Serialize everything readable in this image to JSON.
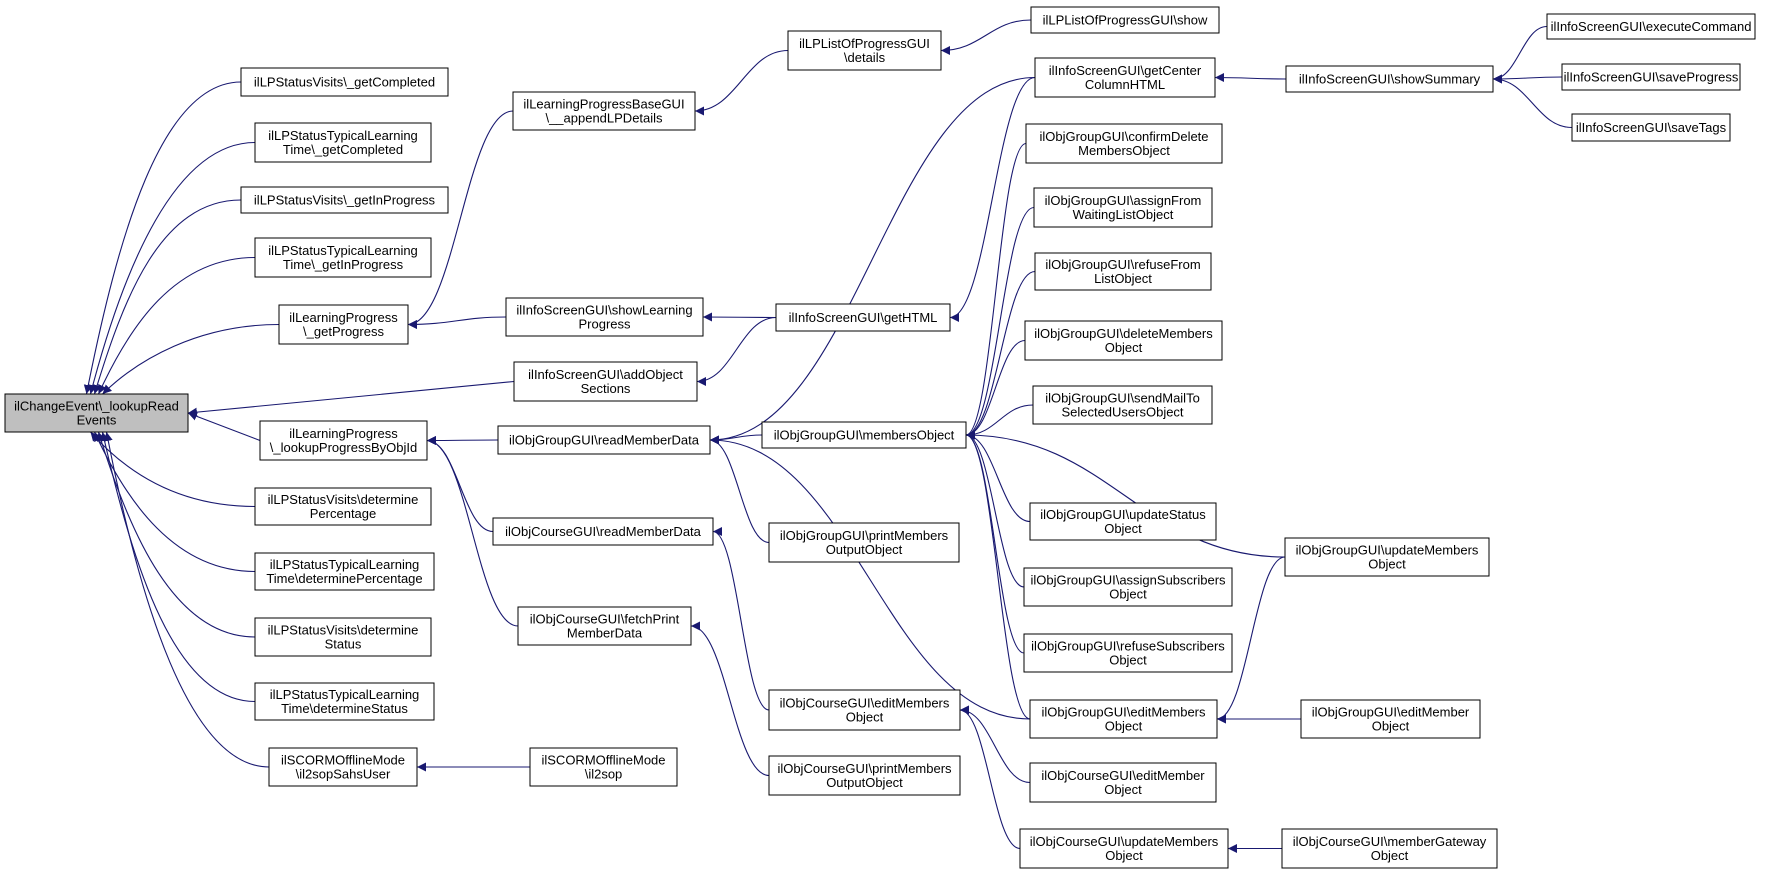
{
  "graph": {
    "type": "caller-graph",
    "colors": {
      "edge": "#191970",
      "node_border": "#000000",
      "focus_fill": "#bfbfbf",
      "node_fill": "#ffffff"
    },
    "nodes": [
      {
        "id": "root",
        "lines": [
          "ilChangeEvent\\_lookupRead",
          "Events"
        ],
        "focus": true
      },
      {
        "id": "n1",
        "lines": [
          "ilLPStatusVisits\\_getCompleted"
        ]
      },
      {
        "id": "n2",
        "lines": [
          "ilLPStatusTypicalLearning",
          "Time\\_getCompleted"
        ]
      },
      {
        "id": "n3",
        "lines": [
          "ilLPStatusVisits\\_getInProgress"
        ]
      },
      {
        "id": "n4",
        "lines": [
          "ilLPStatusTypicalLearning",
          "Time\\_getInProgress"
        ]
      },
      {
        "id": "n5",
        "lines": [
          "ilLearningProgress",
          "\\_getProgress"
        ]
      },
      {
        "id": "n6",
        "lines": [
          "ilInfoScreenGUI\\addObject",
          "Sections"
        ]
      },
      {
        "id": "n7",
        "lines": [
          "ilLearningProgress",
          "\\_lookupProgressByObjId"
        ]
      },
      {
        "id": "n8",
        "lines": [
          "ilLPStatusVisits\\determine",
          "Percentage"
        ]
      },
      {
        "id": "n9",
        "lines": [
          "ilLPStatusTypicalLearning",
          "Time\\determinePercentage"
        ]
      },
      {
        "id": "n10",
        "lines": [
          "ilLPStatusVisits\\determine",
          "Status"
        ]
      },
      {
        "id": "n11",
        "lines": [
          "ilLPStatusTypicalLearning",
          "Time\\determineStatus"
        ]
      },
      {
        "id": "n12",
        "lines": [
          "ilSCORMOfflineMode",
          "\\il2sopSahsUser"
        ]
      },
      {
        "id": "m1",
        "lines": [
          "ilLearningProgressBaseGUI",
          "\\__appendLPDetails"
        ]
      },
      {
        "id": "m2",
        "lines": [
          "ilInfoScreenGUI\\showLearning",
          "Progress"
        ]
      },
      {
        "id": "m3",
        "lines": [
          "ilObjGroupGUI\\readMemberData"
        ]
      },
      {
        "id": "m4",
        "lines": [
          "ilObjCourseGUI\\readMemberData"
        ]
      },
      {
        "id": "m5",
        "lines": [
          "ilObjCourseGUI\\fetchPrint",
          "MemberData"
        ]
      },
      {
        "id": "m6",
        "lines": [
          "ilSCORMOfflineMode",
          "\\il2sop"
        ]
      },
      {
        "id": "p1",
        "lines": [
          "ilLPListOfProgressGUI",
          "\\details"
        ]
      },
      {
        "id": "p2",
        "lines": [
          "ilInfoScreenGUI\\getHTML"
        ]
      },
      {
        "id": "p3",
        "lines": [
          "ilObjGroupGUI\\membersObject"
        ]
      },
      {
        "id": "p4",
        "lines": [
          "ilObjGroupGUI\\printMembers",
          "OutputObject"
        ]
      },
      {
        "id": "p5",
        "lines": [
          "ilObjCourseGUI\\editMembers",
          "Object"
        ]
      },
      {
        "id": "p6",
        "lines": [
          "ilObjCourseGUI\\printMembers",
          "OutputObject"
        ]
      },
      {
        "id": "q1",
        "lines": [
          "ilLPListOfProgressGUI\\show"
        ]
      },
      {
        "id": "q2",
        "lines": [
          "ilInfoScreenGUI\\getCenter",
          "ColumnHTML"
        ]
      },
      {
        "id": "q3",
        "lines": [
          "ilObjGroupGUI\\confirmDelete",
          "MembersObject"
        ]
      },
      {
        "id": "q4",
        "lines": [
          "ilObjGroupGUI\\assignFrom",
          "WaitingListObject"
        ]
      },
      {
        "id": "q5",
        "lines": [
          "ilObjGroupGUI\\refuseFrom",
          "ListObject"
        ]
      },
      {
        "id": "q6",
        "lines": [
          "ilObjGroupGUI\\deleteMembers",
          "Object"
        ]
      },
      {
        "id": "q7",
        "lines": [
          "ilObjGroupGUI\\sendMailTo",
          "SelectedUsersObject"
        ]
      },
      {
        "id": "q8",
        "lines": [
          "ilObjGroupGUI\\updateStatus",
          "Object"
        ]
      },
      {
        "id": "q9",
        "lines": [
          "ilObjGroupGUI\\assignSubscribers",
          "Object"
        ]
      },
      {
        "id": "q10",
        "lines": [
          "ilObjGroupGUI\\refuseSubscribers",
          "Object"
        ]
      },
      {
        "id": "q11",
        "lines": [
          "ilObjGroupGUI\\editMembers",
          "Object"
        ]
      },
      {
        "id": "q12",
        "lines": [
          "ilObjCourseGUI\\editMember",
          "Object"
        ]
      },
      {
        "id": "q13",
        "lines": [
          "ilObjCourseGUI\\updateMembers",
          "Object"
        ]
      },
      {
        "id": "r1",
        "lines": [
          "ilInfoScreenGUI\\showSummary"
        ]
      },
      {
        "id": "r2",
        "lines": [
          "ilObjGroupGUI\\updateMembers",
          "Object"
        ]
      },
      {
        "id": "r3",
        "lines": [
          "ilObjGroupGUI\\editMember",
          "Object"
        ]
      },
      {
        "id": "r4",
        "lines": [
          "ilObjCourseGUI\\memberGateway",
          "Object"
        ]
      },
      {
        "id": "s1",
        "lines": [
          "ilInfoScreenGUI\\executeCommand"
        ]
      },
      {
        "id": "s2",
        "lines": [
          "ilInfoScreenGUI\\saveProgress"
        ]
      },
      {
        "id": "s3",
        "lines": [
          "ilInfoScreenGUI\\saveTags"
        ]
      }
    ],
    "edges": [
      [
        "n1",
        "root"
      ],
      [
        "n2",
        "root"
      ],
      [
        "n3",
        "root"
      ],
      [
        "n4",
        "root"
      ],
      [
        "n5",
        "root"
      ],
      [
        "n6",
        "root"
      ],
      [
        "n7",
        "root"
      ],
      [
        "n8",
        "root"
      ],
      [
        "n9",
        "root"
      ],
      [
        "n10",
        "root"
      ],
      [
        "n11",
        "root"
      ],
      [
        "n12",
        "root"
      ],
      [
        "m1",
        "n5"
      ],
      [
        "m2",
        "n5"
      ],
      [
        "p2",
        "n6"
      ],
      [
        "m3",
        "n7"
      ],
      [
        "m4",
        "n7"
      ],
      [
        "m5",
        "n7"
      ],
      [
        "m6",
        "n12"
      ],
      [
        "p1",
        "m1"
      ],
      [
        "p2",
        "m2"
      ],
      [
        "p3",
        "m3"
      ],
      [
        "p4",
        "m3"
      ],
      [
        "q11",
        "m3"
      ],
      [
        "p5",
        "m4"
      ],
      [
        "p6",
        "m5"
      ],
      [
        "q1",
        "p1"
      ],
      [
        "q2",
        "p2"
      ],
      [
        "q3",
        "p3"
      ],
      [
        "q4",
        "p3"
      ],
      [
        "q5",
        "p3"
      ],
      [
        "q6",
        "p3"
      ],
      [
        "q7",
        "p3"
      ],
      [
        "q8",
        "p3"
      ],
      [
        "q9",
        "p3"
      ],
      [
        "q10",
        "p3"
      ],
      [
        "q11",
        "p3"
      ],
      [
        "r2",
        "p3"
      ],
      [
        "q2",
        "m3"
      ],
      [
        "q12",
        "p5"
      ],
      [
        "q13",
        "p5"
      ],
      [
        "r1",
        "q2"
      ],
      [
        "r2",
        "q11"
      ],
      [
        "r3",
        "q11"
      ],
      [
        "r4",
        "q13"
      ],
      [
        "s1",
        "r1"
      ],
      [
        "s2",
        "r1"
      ],
      [
        "s3",
        "r1"
      ]
    ]
  }
}
